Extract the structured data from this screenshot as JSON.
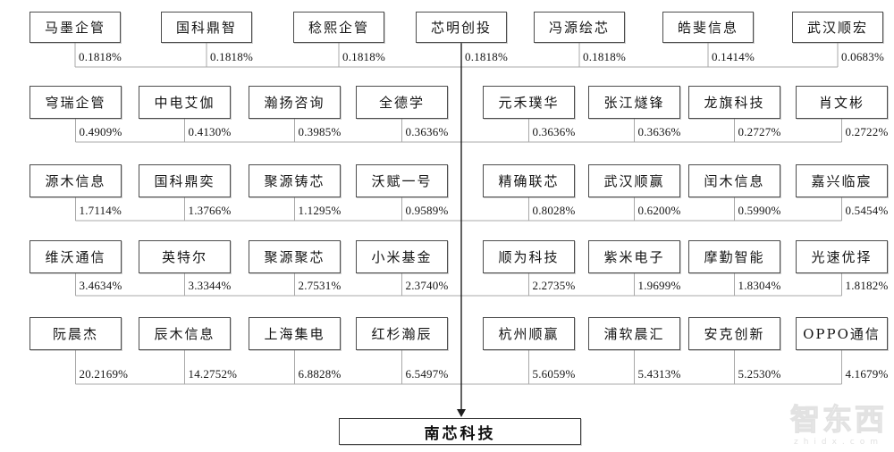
{
  "target_company": {
    "name": "南芯科技"
  },
  "watermark": {
    "logo_text": "智东西",
    "domain_text": "zhidx.com"
  },
  "colors": {
    "bus_line": "#a8a8a8",
    "trunk_line": "#1f1f1f",
    "box_border": "#4d4d4d",
    "text": "#141414"
  },
  "rows": [
    {
      "shareholders": [
        {
          "name": "马墨企管",
          "percent": "0.1818%"
        },
        {
          "name": "国科鼎智",
          "percent": "0.1818%"
        },
        {
          "name": "稔熙企管",
          "percent": "0.1818%"
        },
        {
          "name": "芯明创投",
          "percent": "0.1818%"
        },
        {
          "name": "冯源绘芯",
          "percent": "0.1818%"
        },
        {
          "name": "皓斐信息",
          "percent": "0.1414%"
        },
        {
          "name": "武汉顺宏",
          "percent": "0.0683%"
        }
      ]
    },
    {
      "shareholders": [
        {
          "name": "穹瑞企管",
          "percent": "0.4909%"
        },
        {
          "name": "中电艾伽",
          "percent": "0.4130%"
        },
        {
          "name": "瀚扬咨询",
          "percent": "0.3985%"
        },
        {
          "name": "全德学",
          "percent": "0.3636%"
        },
        {
          "name": "元禾璞华",
          "percent": "0.3636%"
        },
        {
          "name": "张江燧锋",
          "percent": "0.3636%"
        },
        {
          "name": "龙旗科技",
          "percent": "0.2727%"
        },
        {
          "name": "肖文彬",
          "percent": "0.2722%"
        }
      ]
    },
    {
      "shareholders": [
        {
          "name": "源木信息",
          "percent": "1.7114%"
        },
        {
          "name": "国科鼎奕",
          "percent": "1.3766%"
        },
        {
          "name": "聚源铸芯",
          "percent": "1.1295%"
        },
        {
          "name": "沃赋一号",
          "percent": "0.9589%"
        },
        {
          "name": "精确联芯",
          "percent": "0.8028%"
        },
        {
          "name": "武汉顺赢",
          "percent": "0.6200%"
        },
        {
          "name": "闰木信息",
          "percent": "0.5990%"
        },
        {
          "name": "嘉兴临宸",
          "percent": "0.5454%"
        }
      ]
    },
    {
      "shareholders": [
        {
          "name": "维沃通信",
          "percent": "3.4634%"
        },
        {
          "name": "英特尔",
          "percent": "3.3344%"
        },
        {
          "name": "聚源聚芯",
          "percent": "2.7531%"
        },
        {
          "name": "小米基金",
          "percent": "2.3740%"
        },
        {
          "name": "顺为科技",
          "percent": "2.2735%"
        },
        {
          "name": "紫米电子",
          "percent": "1.9699%"
        },
        {
          "name": "摩勤智能",
          "percent": "1.8304%"
        },
        {
          "name": "光速优择",
          "percent": "1.8182%"
        }
      ]
    },
    {
      "shareholders": [
        {
          "name": "阮晨杰",
          "percent": "20.2169%"
        },
        {
          "name": "辰木信息",
          "percent": "14.2752%"
        },
        {
          "name": "上海集电",
          "percent": "6.8828%"
        },
        {
          "name": "红杉瀚辰",
          "percent": "6.5497%"
        },
        {
          "name": "杭州顺赢",
          "percent": "5.6059%"
        },
        {
          "name": "浦软晨汇",
          "percent": "5.4313%"
        },
        {
          "name": "安克创新",
          "percent": "5.2530%"
        },
        {
          "name": "OPPO通信",
          "percent": "4.1679%"
        }
      ]
    }
  ]
}
